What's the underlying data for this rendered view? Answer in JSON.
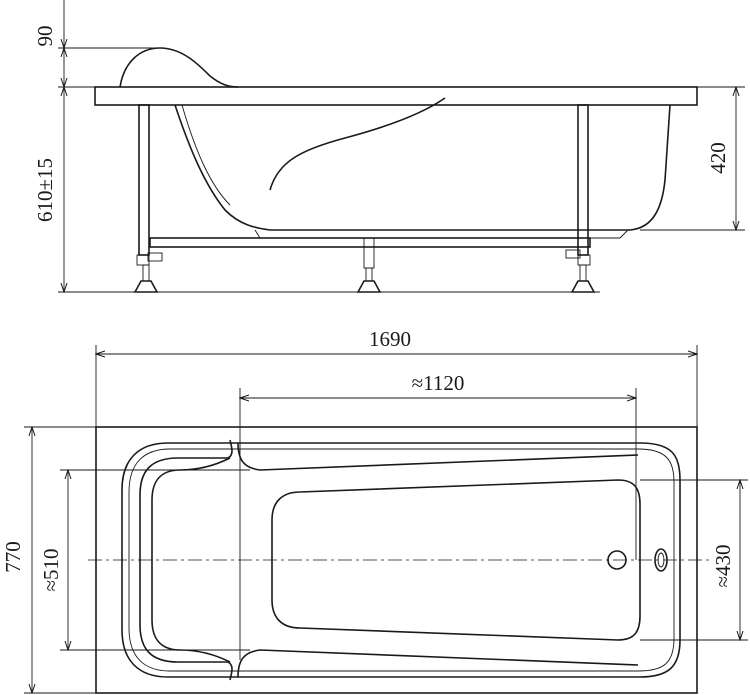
{
  "dimensions": {
    "headrest_height": "90",
    "total_height": "610±15",
    "tub_depth": "420",
    "length": "1690",
    "inner_length": "≈1120",
    "width": "770",
    "inner_width_head": "≈510",
    "inner_width_foot": "≈430"
  },
  "colors": {
    "line": "#1a1a1a",
    "background": "#ffffff"
  }
}
